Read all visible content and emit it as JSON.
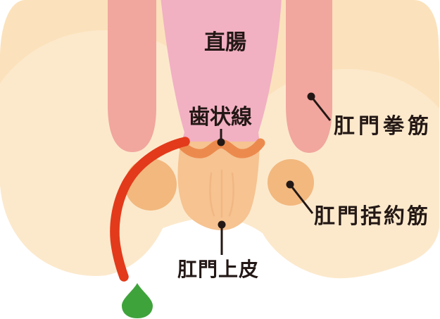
{
  "labels": {
    "rectum": "直腸",
    "dentate_line": "歯状線",
    "levator_ani": "肛門拳筋",
    "anal_sphincter": "肛門括約筋",
    "anal_epithelium": "肛門上皮"
  },
  "colors": {
    "background": "#ffffff",
    "body_skin": "#fbe2bc",
    "buttock_highlight": "#fce9cc",
    "levator_muscle": "#f1a69e",
    "rectum": "#f2b0c3",
    "dentate_band": "#ec8a4e",
    "anal_canal": "#f6c391",
    "canal_fold": "#eeae78",
    "sphincter_muscle": "#f2b87e",
    "fistula_tract": "#e23a1b",
    "pus_drop": "#3fa33c",
    "annotation": "#231815"
  }
}
